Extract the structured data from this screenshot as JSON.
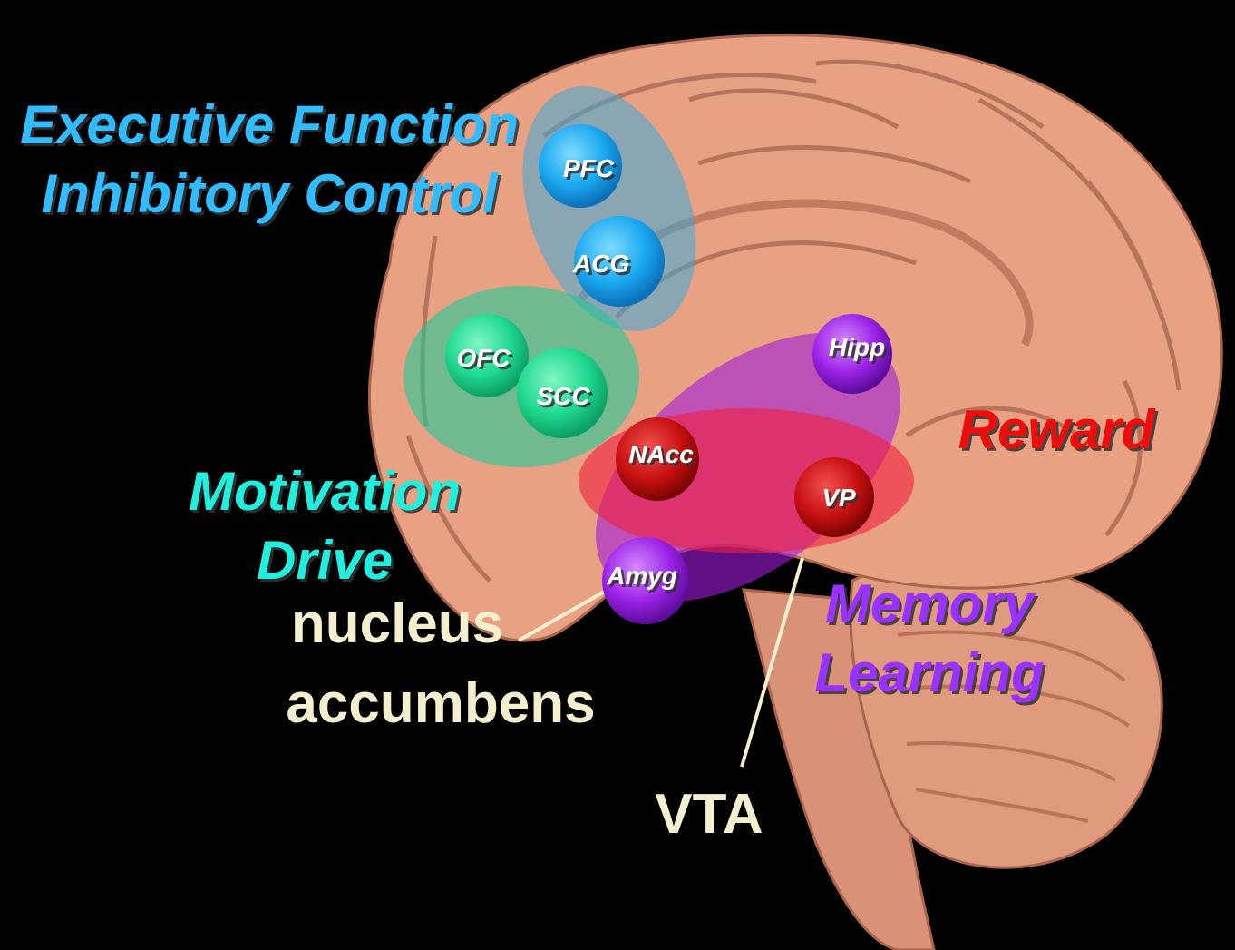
{
  "groups": {
    "executive": {
      "line1": "Executive Function",
      "line2": "Inhibitory Control",
      "color": "#33bbff"
    },
    "motivation": {
      "line1": "Motivation",
      "line2": "Drive",
      "color": "#22eedd"
    },
    "reward": {
      "label": "Reward",
      "color": "#ee1111"
    },
    "memory": {
      "line1": "Memory",
      "line2": "Learning",
      "color": "#9933ff"
    }
  },
  "regions": {
    "pfc": "PFC",
    "acg": "ACG",
    "ofc": "OFC",
    "scc": "SCC",
    "hipp": "Hipp",
    "nacc": "NAcc",
    "vp": "VP",
    "amyg": "Amyg"
  },
  "anatomy": {
    "nucleus": "nucleus",
    "accumbens": "accumbens",
    "vta": "VTA"
  }
}
